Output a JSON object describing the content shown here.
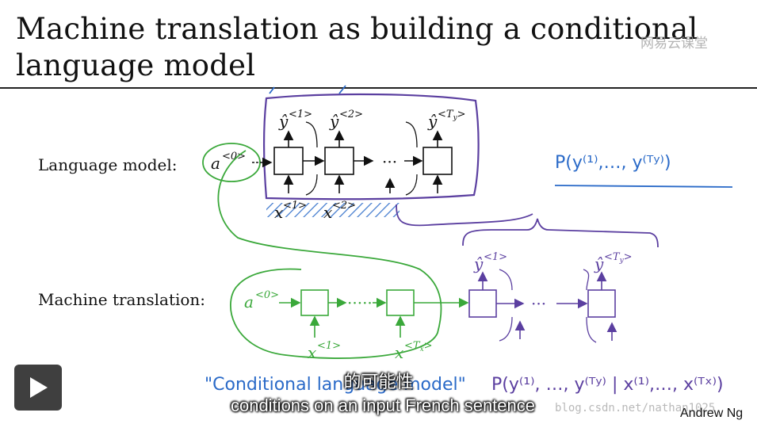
{
  "slide": {
    "title": "Machine translation as building a conditional language model",
    "watermark": "网易云课堂",
    "language_model_label": "Language model:",
    "machine_translation_label": "Machine translation:",
    "author": "Andrew Ng",
    "url_watermark": "blog.csdn.net/nathan1025"
  },
  "diagram": {
    "a0": "a",
    "a0_sup": "<0>",
    "y_hat": "ŷ",
    "y1_sup": "<1>",
    "y2_sup": "<2>",
    "yT_sup": "<T",
    "yT_sub": "y",
    "yT_close": ">",
    "x": "x",
    "x1_sup": "<1>",
    "x2_sup": "<2>",
    "xT_sup": "<T",
    "xT_sub": "x",
    "xT_close": ">",
    "ellipsis": "···",
    "ellipsis_long": "·····"
  },
  "handwriting": {
    "lm_prob": "P(y⁽¹⁾,…, y⁽ᵀʸ⁾)",
    "mt_prob": "P(y⁽¹⁾, …, y⁽ᵀʸ⁾ | x⁽¹⁾,…, x⁽ᵀˣ⁾)",
    "conditional_note": "\"Conditional language model\""
  },
  "player": {
    "subtitle_cn": "的可能性",
    "subtitle_en": "conditions on an input French sentence"
  },
  "colors": {
    "green": "#3aa83a",
    "purple": "#5b3fa0",
    "blue": "#2a6ac8",
    "ink": "#111111"
  },
  "icons": {
    "play": "play-icon"
  }
}
